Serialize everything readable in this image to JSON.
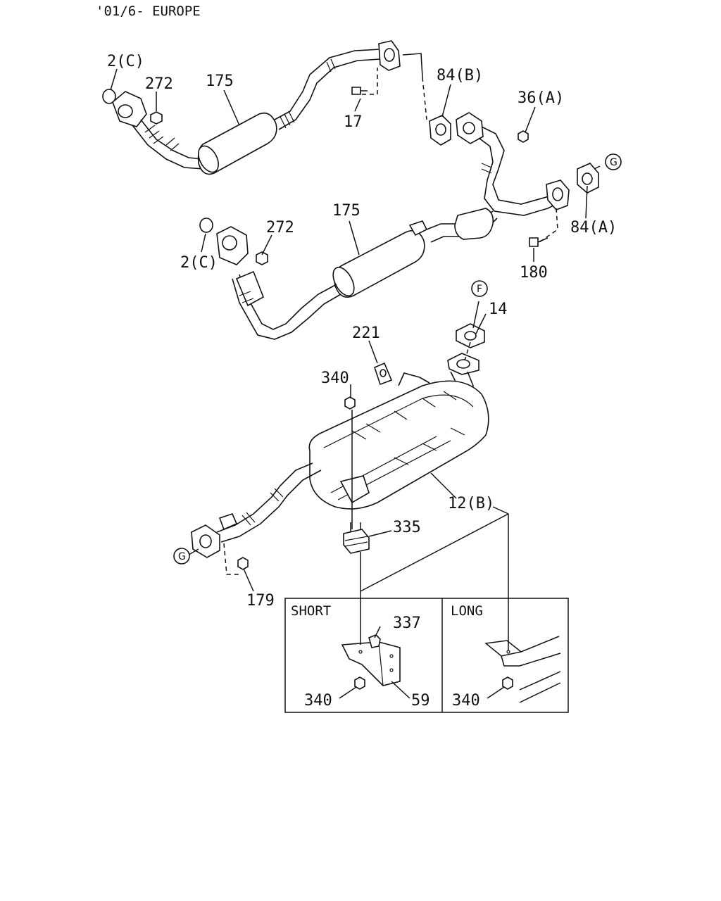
{
  "header": "'01/6- EUROPE",
  "callouts": {
    "c_2c_top": "2(C)",
    "c_272_top": "272",
    "c_175_top": "175",
    "c_17": "17",
    "c_84b": "84(B)",
    "c_36a": "36(A)",
    "c_g_top": "G",
    "c_175_mid": "175",
    "c_272_mid": "272",
    "c_2c_mid": "2(C)",
    "c_84a": "84(A)",
    "c_180": "180",
    "c_f": "F",
    "c_14": "14",
    "c_221": "221",
    "c_340_top": "340",
    "c_12b": "12(B)",
    "c_335": "335",
    "c_g_bottom": "G",
    "c_179": "179",
    "c_337": "337",
    "c_340_short": "340",
    "c_59": "59",
    "c_340_long": "340"
  },
  "inset": {
    "short_label": "SHORT",
    "long_label": "LONG"
  }
}
